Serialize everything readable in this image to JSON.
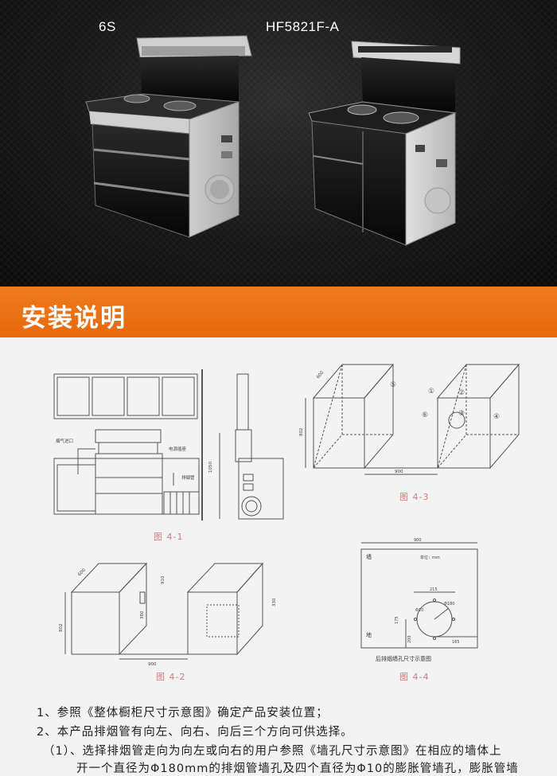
{
  "hero": {
    "models": [
      "6S",
      "HF5821F-A"
    ]
  },
  "section": {
    "title": "安装说明"
  },
  "figures": {
    "fig41": {
      "caption": "图 4-1",
      "labels": [
        "烟气进口",
        "电源插座",
        "排烟管"
      ],
      "dim_side": "1050"
    },
    "fig42": {
      "caption": "图 4-2",
      "dims": [
        "600",
        "802",
        "900",
        "910",
        "380",
        "330"
      ]
    },
    "fig43": {
      "caption": "图 4-3",
      "dims": [
        "600",
        "802",
        "900"
      ],
      "markers": [
        "①",
        "②",
        "③",
        "④",
        "⑤",
        "⑥"
      ]
    },
    "fig44": {
      "caption": "图 4-4",
      "title": "后排烟墙孔尺寸示意图",
      "wall": "墙",
      "floor": "地",
      "unit": "单位：mm",
      "dims": [
        "900",
        "215",
        "Φ180",
        "Φ10",
        "175",
        "200",
        "165"
      ]
    }
  },
  "instructions": {
    "line1": "1、参照《整体橱柜尺寸示意图》确定产品安装位置；",
    "line2": "2、本产品排烟管有向左、向右、向后三个方向可供选择。",
    "line3": "（1）、选择排烟管走向为向左或向右的用户参照《墙孔尺寸示意图》在相应的墙体上",
    "line4": "开一个直径为Φ180mm的排烟管墙孔及四个直径为Φ10的膨胀管墙孔，膨胀管墙"
  }
}
